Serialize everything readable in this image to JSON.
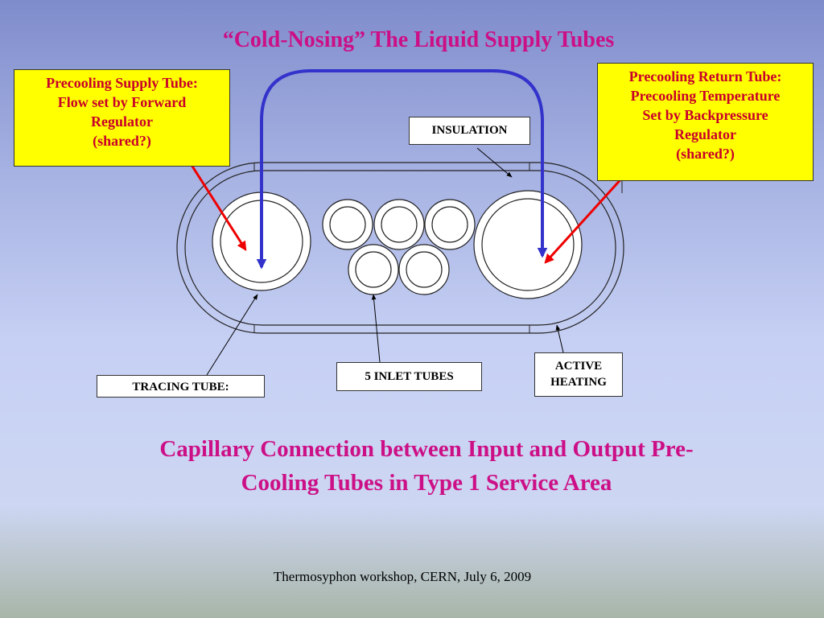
{
  "title": "“Cold-Nosing” The Liquid Supply Tubes",
  "supply_box": {
    "lines": [
      "Precooling Supply Tube:",
      "Flow set by Forward",
      "Regulator",
      "(shared?)"
    ]
  },
  "return_box": {
    "lines": [
      "Precooling Return Tube:",
      "Precooling Temperature",
      "Set by Backpressure",
      "Regulator",
      "(shared?)"
    ]
  },
  "labels": {
    "insulation": "INSULATION",
    "tracing_tube": "TRACING TUBE:",
    "inlet_tubes": "5 INLET TUBES",
    "active_heating": [
      "ACTIVE",
      "HEATING"
    ]
  },
  "caption": {
    "lines": [
      "Capillary Connection between Input and Output Pre-",
      "Cooling Tubes in Type 1 Service Area"
    ]
  },
  "footer": "Thermosyphon workshop, CERN, July 6, 2009",
  "colors": {
    "title": "#cc0f86",
    "box_fill": "#ffff00",
    "box_text": "#c8002a",
    "capillary": "#3333cc",
    "pointer_arrow": "#ee0000"
  }
}
